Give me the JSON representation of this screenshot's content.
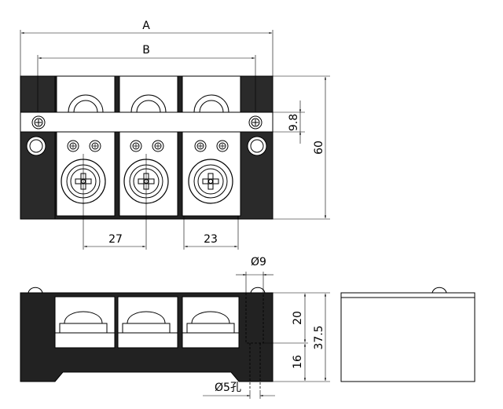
{
  "dimensions": {
    "A": "A",
    "B": "B",
    "height_total": "60",
    "screw_offset": "9.8",
    "pitch_27": "27",
    "pitch_23": "23",
    "dia_9": "Ø9",
    "side_20": "20",
    "side_37_5": "37.5",
    "side_16": "16",
    "hole_5": "Ø5孔"
  },
  "colors": {
    "body": "#222222",
    "line": "#000000",
    "background": "#ffffff"
  }
}
